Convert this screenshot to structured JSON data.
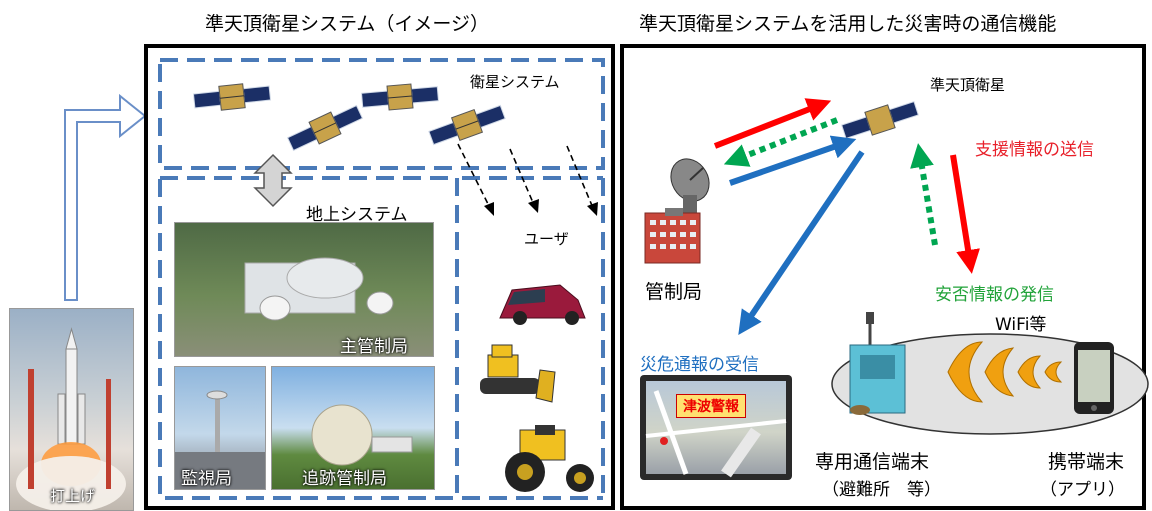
{
  "titles": {
    "left": "準天頂衛星システム（イメージ）",
    "right": "準天頂衛星システムを活用した災害時の通信機能"
  },
  "left_panel": {
    "satellite_system_label": "衛星システム",
    "ground_system_label": "地上システム",
    "user_label": "ユーザ",
    "photo_main": "主管制局",
    "photo_monitor": "監視局",
    "photo_tracking": "追跡管制局"
  },
  "launch_photo_label": "打上げ",
  "right_panel": {
    "satellite_label": "準天頂衛星",
    "control_label": "管制局",
    "support_info": "支援情報の送信",
    "safety_info": "安否情報の発信",
    "disaster_info": "災危通報の受信",
    "wifi_label": "WiFi等",
    "tsunami_warning": "津波警報",
    "terminal_dedicated_line1": "専用通信端末",
    "terminal_dedicated_line2": "（避難所　等）",
    "terminal_mobile_line1": "携帯端末",
    "terminal_mobile_line2": "（アプリ）"
  },
  "colors": {
    "dashed_blue": "#4a7ab8",
    "arrow_red": "#ff0000",
    "arrow_green": "#00a651",
    "arrow_blue": "#1f6fc0",
    "label_red": "#e8202a",
    "label_green": "#22a33a",
    "label_blue": "#1f6fc0"
  }
}
